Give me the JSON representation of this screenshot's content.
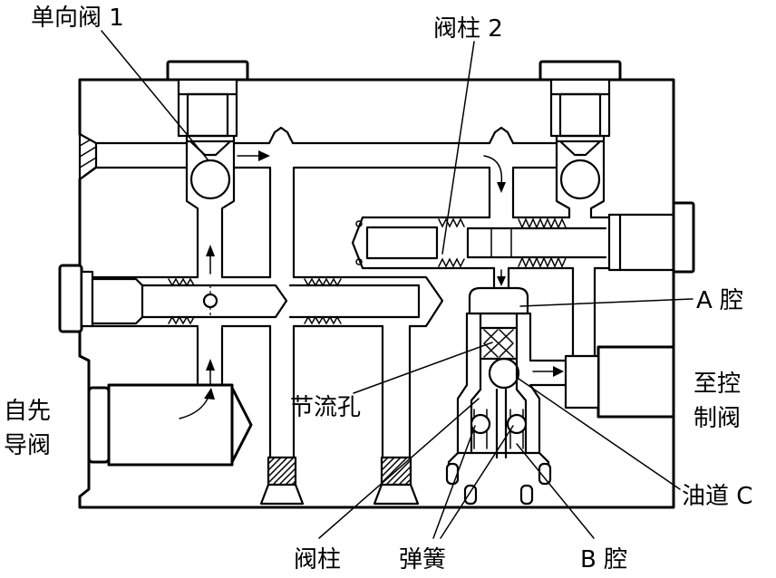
{
  "labels": {
    "check_valve_1": "单向阀 1",
    "spool_2": "阀柱 2",
    "chamber_a": "A 腔",
    "to_control_valve": [
      "至控",
      "制阀"
    ],
    "from_pilot_valve": [
      "自先",
      "导阀"
    ],
    "throttle_orifice": "节流孔",
    "oil_passage_c": "油道 C",
    "spool": "阀柱",
    "spring": "弹簧",
    "chamber_b": "B 腔"
  },
  "colors": {
    "line": "#000000",
    "background": "#ffffff"
  }
}
